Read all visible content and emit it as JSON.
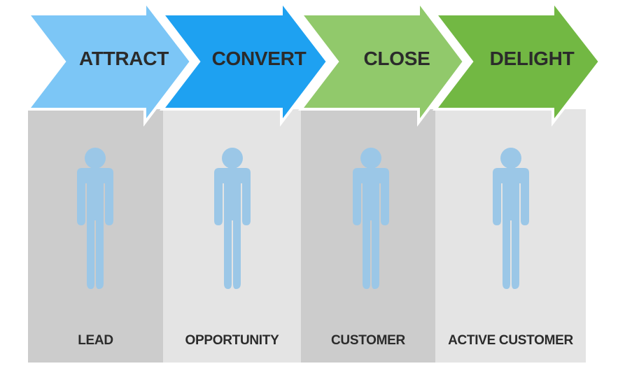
{
  "stages": [
    {
      "label": "ATTRACT",
      "color": "#7cc6f6"
    },
    {
      "label": "CONVERT",
      "color": "#1ea1f1"
    },
    {
      "label": "CLOSE",
      "color": "#91c96b"
    },
    {
      "label": "DELIGHT",
      "color": "#72b843"
    }
  ],
  "columns": [
    {
      "label": "LEAD",
      "icon": "person-icon"
    },
    {
      "label": "OPPORTUNITY",
      "icon": "person-icon"
    },
    {
      "label": "CUSTOMER",
      "icon": "person-icon"
    },
    {
      "label": "ACTIVE CUSTOMER",
      "icon": "person-icon"
    }
  ],
  "colors": {
    "person": "#9bc7e7",
    "column_dark": "#cccccc",
    "column_light": "#e4e4e4",
    "text": "#2b2b2b"
  }
}
